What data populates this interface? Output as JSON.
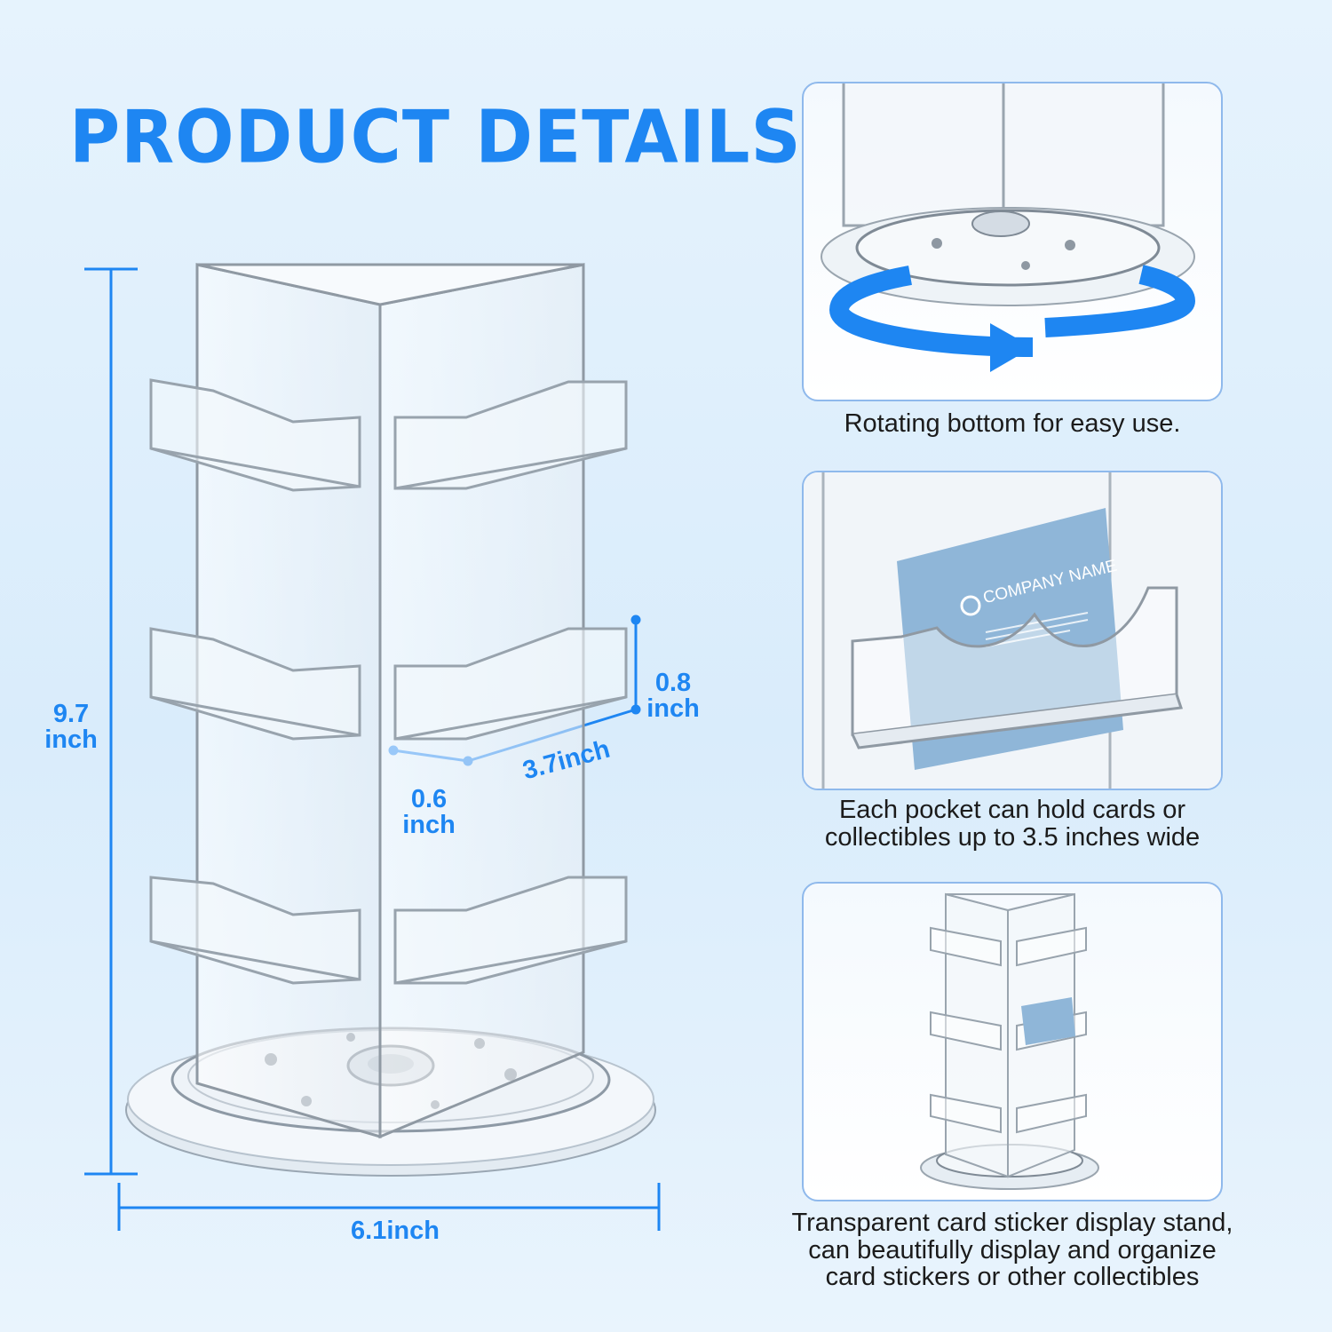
{
  "title": "PRODUCT DETAILS",
  "dimensions": {
    "height_value": "9.7",
    "height_unit": "inch",
    "width_value": "6.1inch",
    "pocket_height_value": "0.8",
    "pocket_height_unit": "inch",
    "pocket_width_value": "3.7inch",
    "pocket_depth_value": "0.6",
    "pocket_depth_unit": "inch"
  },
  "features": [
    {
      "caption": "Rotating bottom for easy use."
    },
    {
      "caption_line1": "Each pocket can hold cards or",
      "caption_line2": "collectibles up to 3.5 inches wide"
    },
    {
      "caption_line1": "Transparent card sticker display stand,",
      "caption_line2": "can beautifully display and organize",
      "caption_line3": "card stickers or other collectibles"
    }
  ],
  "card": {
    "company_name": "COMPANY NAME"
  },
  "colors": {
    "accent": "#1e86f2",
    "panel_border": "#8fb9ec",
    "card_blue": "#8fb6d8"
  }
}
